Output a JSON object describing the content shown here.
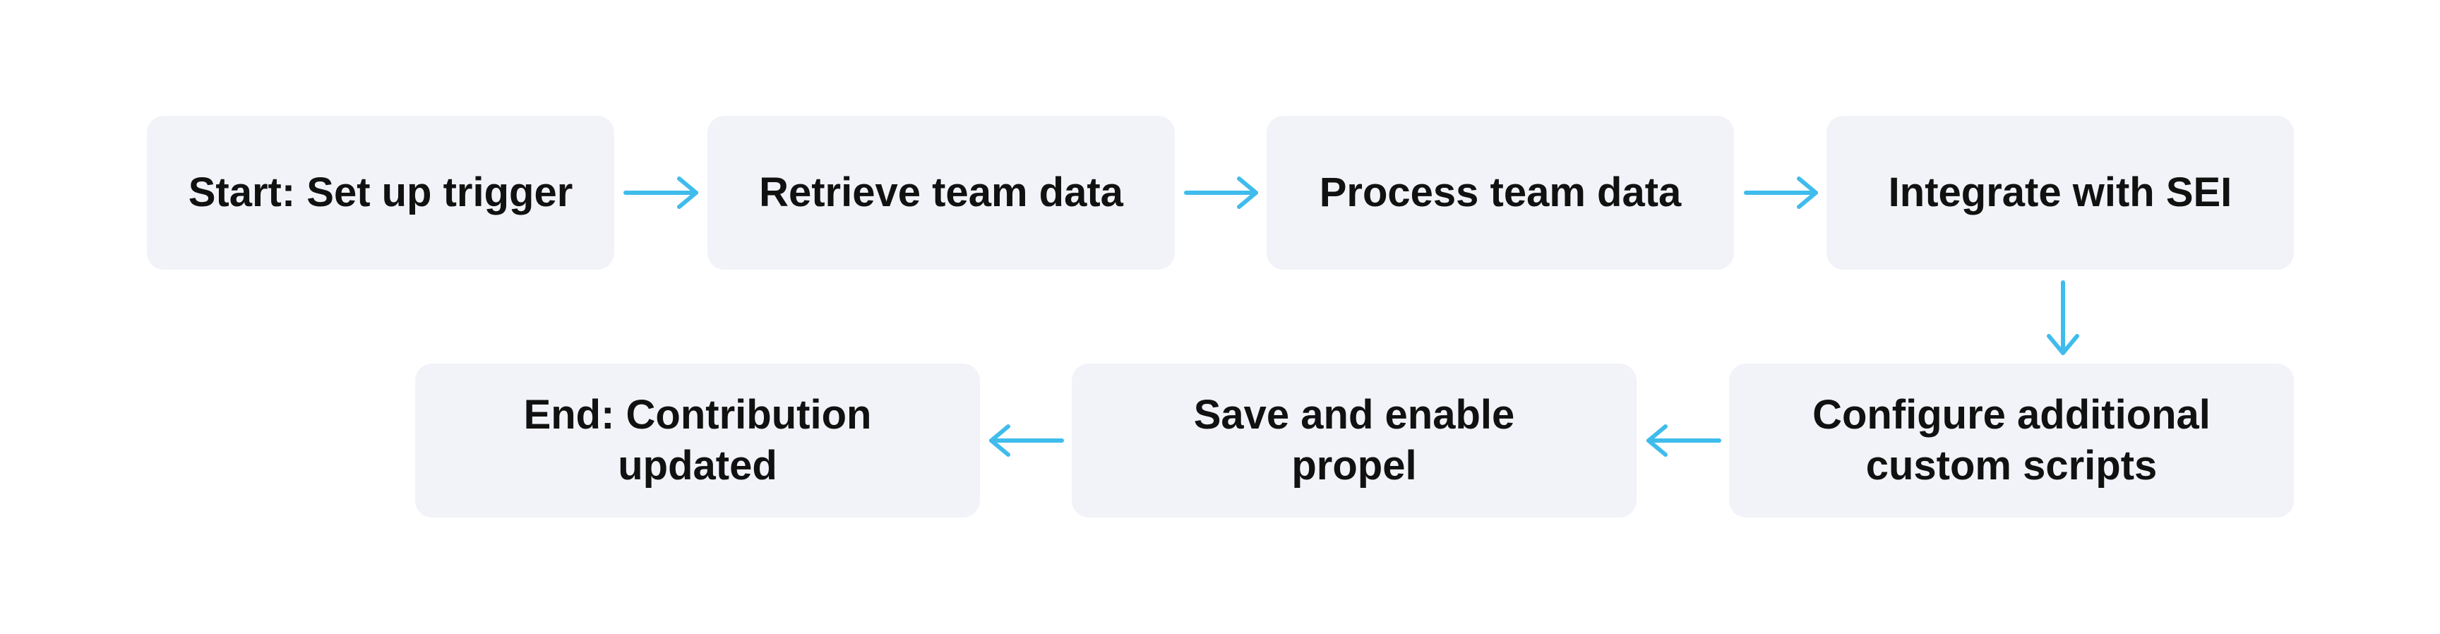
{
  "diagram": {
    "type": "flowchart",
    "arrow_color": "#3fbcec",
    "node_color": "#f2f3f8",
    "nodes": [
      {
        "id": "n1",
        "label": "Start: Set up trigger"
      },
      {
        "id": "n2",
        "label": "Retrieve team data"
      },
      {
        "id": "n3",
        "label": "Process team data"
      },
      {
        "id": "n4",
        "label": "Integrate with SEI"
      },
      {
        "id": "n5",
        "label": "Configure additional\ncustom scripts"
      },
      {
        "id": "n6",
        "label": "Save and enable\npropel"
      },
      {
        "id": "n7",
        "label": "End: Contribution\nupdated"
      }
    ],
    "edges": [
      {
        "from": "n1",
        "to": "n2",
        "direction": "right"
      },
      {
        "from": "n2",
        "to": "n3",
        "direction": "right"
      },
      {
        "from": "n3",
        "to": "n4",
        "direction": "right"
      },
      {
        "from": "n4",
        "to": "n5",
        "direction": "down"
      },
      {
        "from": "n5",
        "to": "n6",
        "direction": "left"
      },
      {
        "from": "n6",
        "to": "n7",
        "direction": "left"
      }
    ]
  }
}
